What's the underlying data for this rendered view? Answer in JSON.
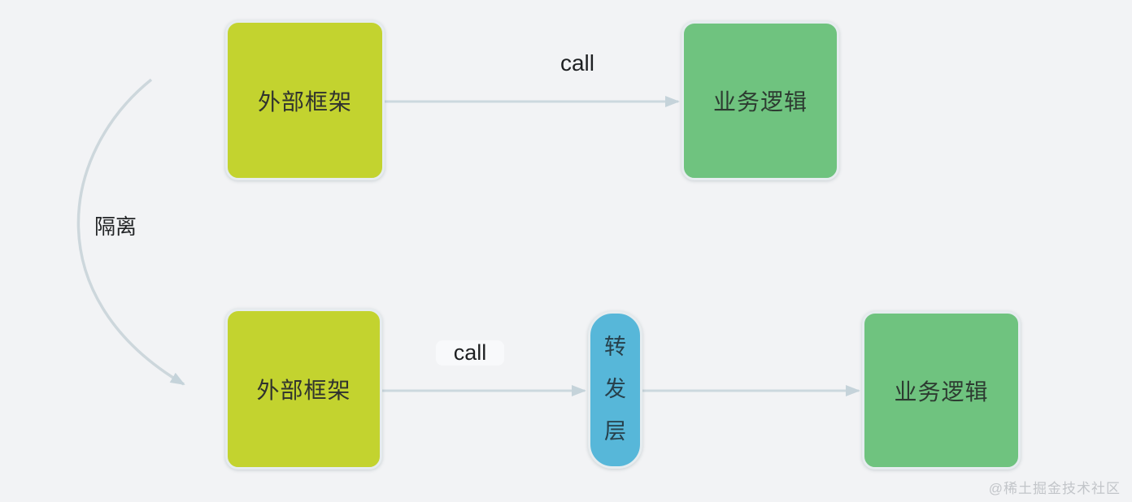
{
  "diagram": {
    "description": "framework isolation via forwarding layer",
    "nodes": {
      "top_framework": {
        "label": "外部框架",
        "shape": "rounded-square",
        "fill": "#c3d32f"
      },
      "top_business": {
        "label": "业务逻辑",
        "shape": "rounded-square",
        "fill": "#6fc37f"
      },
      "bottom_framework": {
        "label": "外部框架",
        "shape": "rounded-square",
        "fill": "#c3d32f"
      },
      "forward_layer": {
        "label": "转发层",
        "shape": "vertical-pill",
        "fill": "#57b7d9"
      },
      "bottom_business": {
        "label": "业务逻辑",
        "shape": "rounded-square",
        "fill": "#6fc37f"
      }
    },
    "edges": {
      "top_call": {
        "label": "call",
        "from": "top_framework",
        "to": "top_business",
        "style": "straight-arrow"
      },
      "bottom_call": {
        "label": "call",
        "from": "bottom_framework",
        "to": "forward_layer",
        "style": "straight-arrow"
      },
      "forward_to_biz": {
        "label": "",
        "from": "forward_layer",
        "to": "bottom_business",
        "style": "straight-arrow"
      },
      "isolation": {
        "label": "隔离",
        "from": "top_row",
        "to": "bottom_row",
        "style": "curved-arrow"
      }
    },
    "colors": {
      "background": "#f2f3f5",
      "framework_fill": "#c3d32f",
      "business_fill": "#6fc37f",
      "forward_fill": "#57b7d9",
      "node_border": "#e6ecef",
      "arrow": "#ccd8de",
      "label_text": "#1e2022",
      "watermark_text": "#c2c5c9"
    },
    "watermark": "@稀土掘金技术社区"
  }
}
